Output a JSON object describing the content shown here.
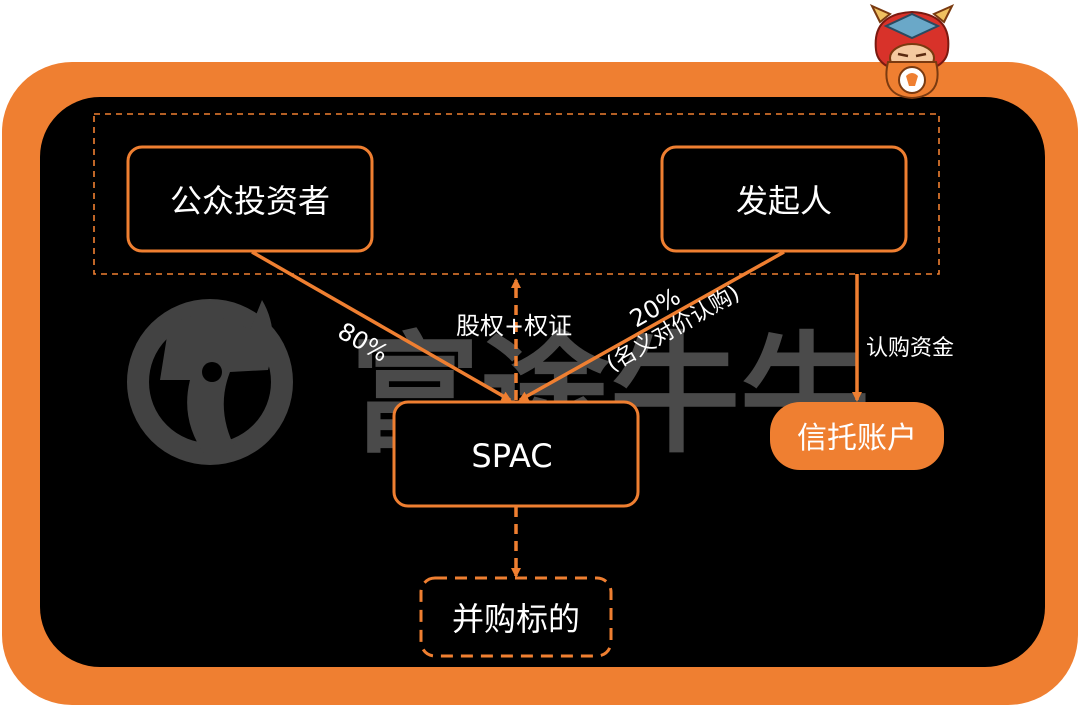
{
  "colors": {
    "frame": "#ef7f31",
    "panel": "#000000",
    "accent": "#ef7f31",
    "text": "#ffffff",
    "watermark": "#4a4a4a"
  },
  "nodes": {
    "public_investors": "公众投资者",
    "sponsor": "发起人",
    "spac": "SPAC",
    "trust_account": "信托账户",
    "merger_target": "并购标的"
  },
  "edges": {
    "investors_share": "80%",
    "sponsor_share": "20%",
    "sponsor_note": "(名义对价认购)",
    "equity_warrant": "股权+权证",
    "subscription_funds": "认购资金"
  },
  "watermark": {
    "text": "富途牛牛",
    "logo_icon": "futu-bull-logo-icon"
  },
  "mascot_icon": "bull-mascot-icon"
}
